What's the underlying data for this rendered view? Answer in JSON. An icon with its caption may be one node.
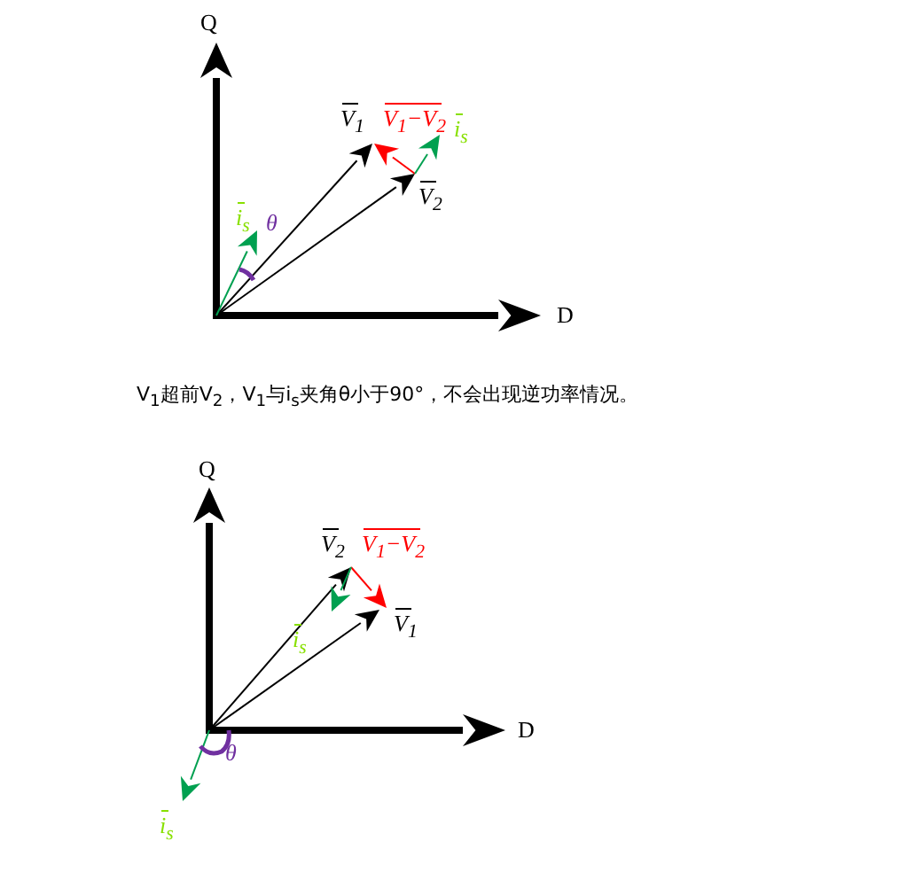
{
  "diagram": {
    "labels": [
      "Q",
      "V$_{1}$",
      "V$_{1}$−V$_{2}$",
      "i$_{s}$",
      "V$_{2}$",
      "i$_{s}$",
      "θ",
      "D",
      "V$_{1}$超前V$_{2}$，V$_{1}$与i$_{s}$夹角θ小于90°，不会出现逆功率情况。",
      "Q",
      "V$_{2}$",
      "V$_{1}$−V$_{2}$",
      "V$_{1}$",
      "i$_{s}$",
      "D",
      "θ",
      "i$_{s}$"
    ]
  }
}
